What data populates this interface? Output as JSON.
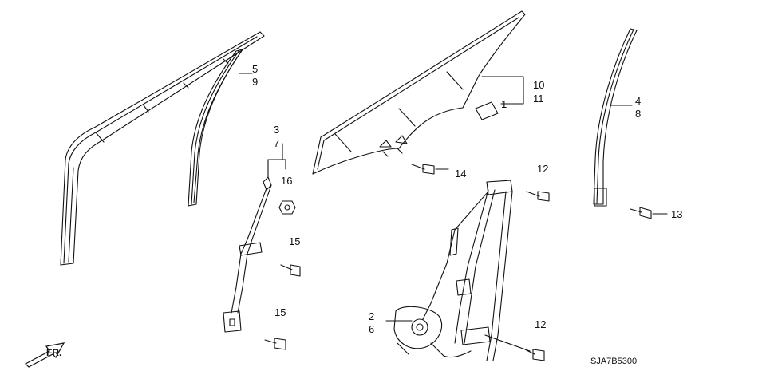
{
  "labels": {
    "p1": "1",
    "p2": "2",
    "p3": "3",
    "p4": "4",
    "p5": "5",
    "p6": "6",
    "p7": "7",
    "p8": "8",
    "p9": "9",
    "p10": "10",
    "p11": "11",
    "p12a": "12",
    "p12b": "12",
    "p13": "13",
    "p14": "14",
    "p15a": "15",
    "p15b": "15",
    "p16": "16"
  },
  "direction_label": "FR.",
  "diagram_code": "SJA7B5300"
}
